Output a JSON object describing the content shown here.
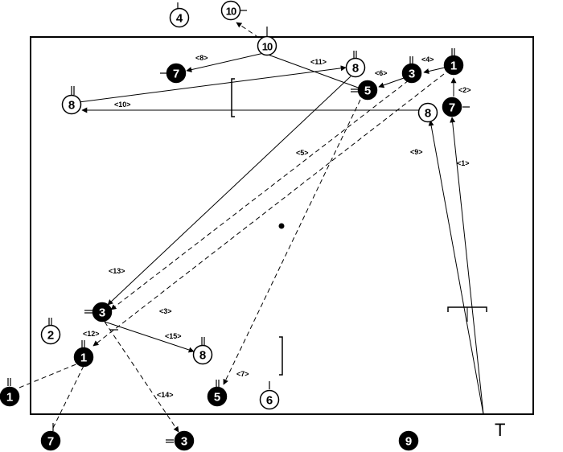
{
  "diagram": {
    "balls": [
      {
        "id": "ball-1-left",
        "number": "1",
        "fill": "black"
      },
      {
        "id": "ball-7-bottom",
        "number": "7",
        "fill": "black"
      },
      {
        "id": "ball-3-bottom",
        "number": "3",
        "fill": "black"
      },
      {
        "id": "ball-9-bottom",
        "number": "9",
        "fill": "black"
      },
      {
        "id": "ball-4-top",
        "number": "4",
        "fill": "white"
      },
      {
        "id": "ball-10-top",
        "number": "10",
        "fill": "white"
      },
      {
        "id": "ball-10-rail",
        "number": "10",
        "fill": "white"
      },
      {
        "id": "ball-7-upper",
        "number": "7",
        "fill": "black"
      },
      {
        "id": "ball-8-upper",
        "number": "8",
        "fill": "white"
      },
      {
        "id": "ball-5-upper",
        "number": "5",
        "fill": "black"
      },
      {
        "id": "ball-3-upper",
        "number": "3",
        "fill": "black"
      },
      {
        "id": "ball-1-upper",
        "number": "1",
        "fill": "black"
      },
      {
        "id": "ball-8-left",
        "number": "8",
        "fill": "white"
      },
      {
        "id": "ball-7-right",
        "number": "7",
        "fill": "black"
      },
      {
        "id": "ball-8-right",
        "number": "8",
        "fill": "white"
      },
      {
        "id": "ball-3-lower",
        "number": "3",
        "fill": "black"
      },
      {
        "id": "ball-2-lower",
        "number": "2",
        "fill": "white"
      },
      {
        "id": "ball-1-lower",
        "number": "1",
        "fill": "black"
      },
      {
        "id": "ball-8-lower",
        "number": "8",
        "fill": "white"
      },
      {
        "id": "ball-5-lower",
        "number": "5",
        "fill": "black"
      },
      {
        "id": "ball-6-lower",
        "number": "6",
        "fill": "white"
      }
    ],
    "path_labels": [
      "<1>",
      "<2>",
      "<3>",
      "<4>",
      "<5>",
      "<6>",
      "<7>",
      "<8>",
      "<9>",
      "<10>",
      "<11>",
      "<12>",
      "<13>",
      "<14>",
      "<15>"
    ],
    "corner_mark": "T"
  }
}
